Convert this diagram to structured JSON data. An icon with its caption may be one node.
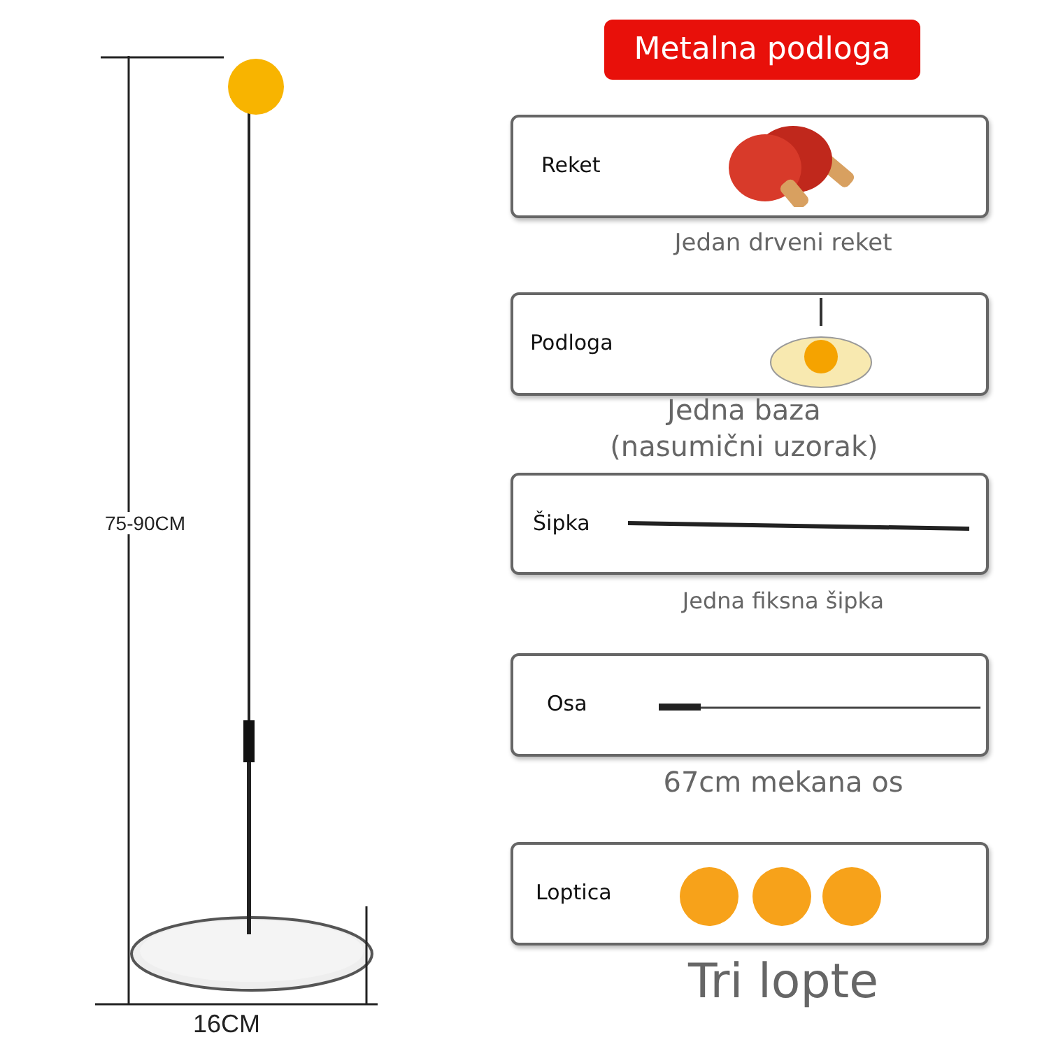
{
  "diagram": {
    "nodes": [
      {
        "text": [
          "Metalna podloga"
        ]
      },
      {
        "text": [
          "Reket"
        ],
        "beside": [
          "Jedan drveni reket"
        ]
      },
      {
        "text": [
          "Podloga"
        ],
        "beside": [
          "Jedna baza (nasumični uzorak)"
        ]
      },
      {
        "text": [
          "Šipka"
        ],
        "beside": [
          "Jedna fiksna šipka"
        ]
      },
      {
        "text": [
          "Osa"
        ],
        "beside": [
          "67cm mekana os"
        ]
      },
      {
        "text": [
          "Loptica"
        ],
        "beside": [
          "Tri lopte"
        ]
      }
    ],
    "labels": [
      "75-90CM",
      "16CM"
    ]
  }
}
